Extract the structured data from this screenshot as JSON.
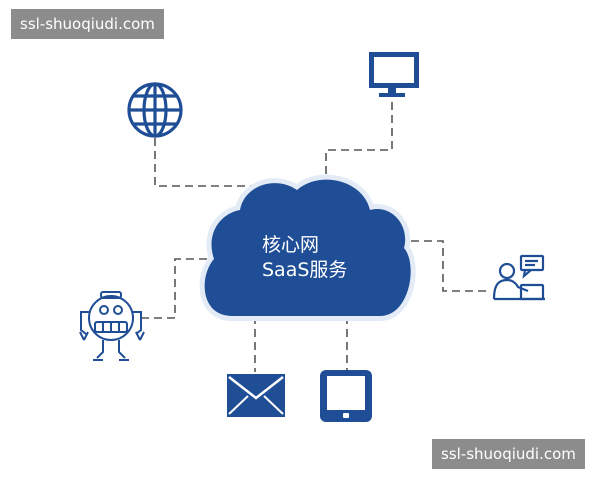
{
  "watermarks": {
    "top": "ssl-shuoqiudi.com",
    "bottom": "ssl-shuoqiudi.com"
  },
  "cloud": {
    "line1": "核心网",
    "line2": "SaaS服务"
  },
  "nodes": [
    {
      "name": "globe-icon"
    },
    {
      "name": "monitor-icon"
    },
    {
      "name": "support-person-icon"
    },
    {
      "name": "robot-icon"
    },
    {
      "name": "mail-icon"
    },
    {
      "name": "tablet-icon"
    }
  ],
  "colors": {
    "primary": "#1f4e96",
    "cloud_fill": "#1f4e96",
    "cloud_outline": "#e3ebf6",
    "connector": "#555555",
    "watermark_bg": "#8c8c8c",
    "watermark_text": "#ffffff"
  }
}
